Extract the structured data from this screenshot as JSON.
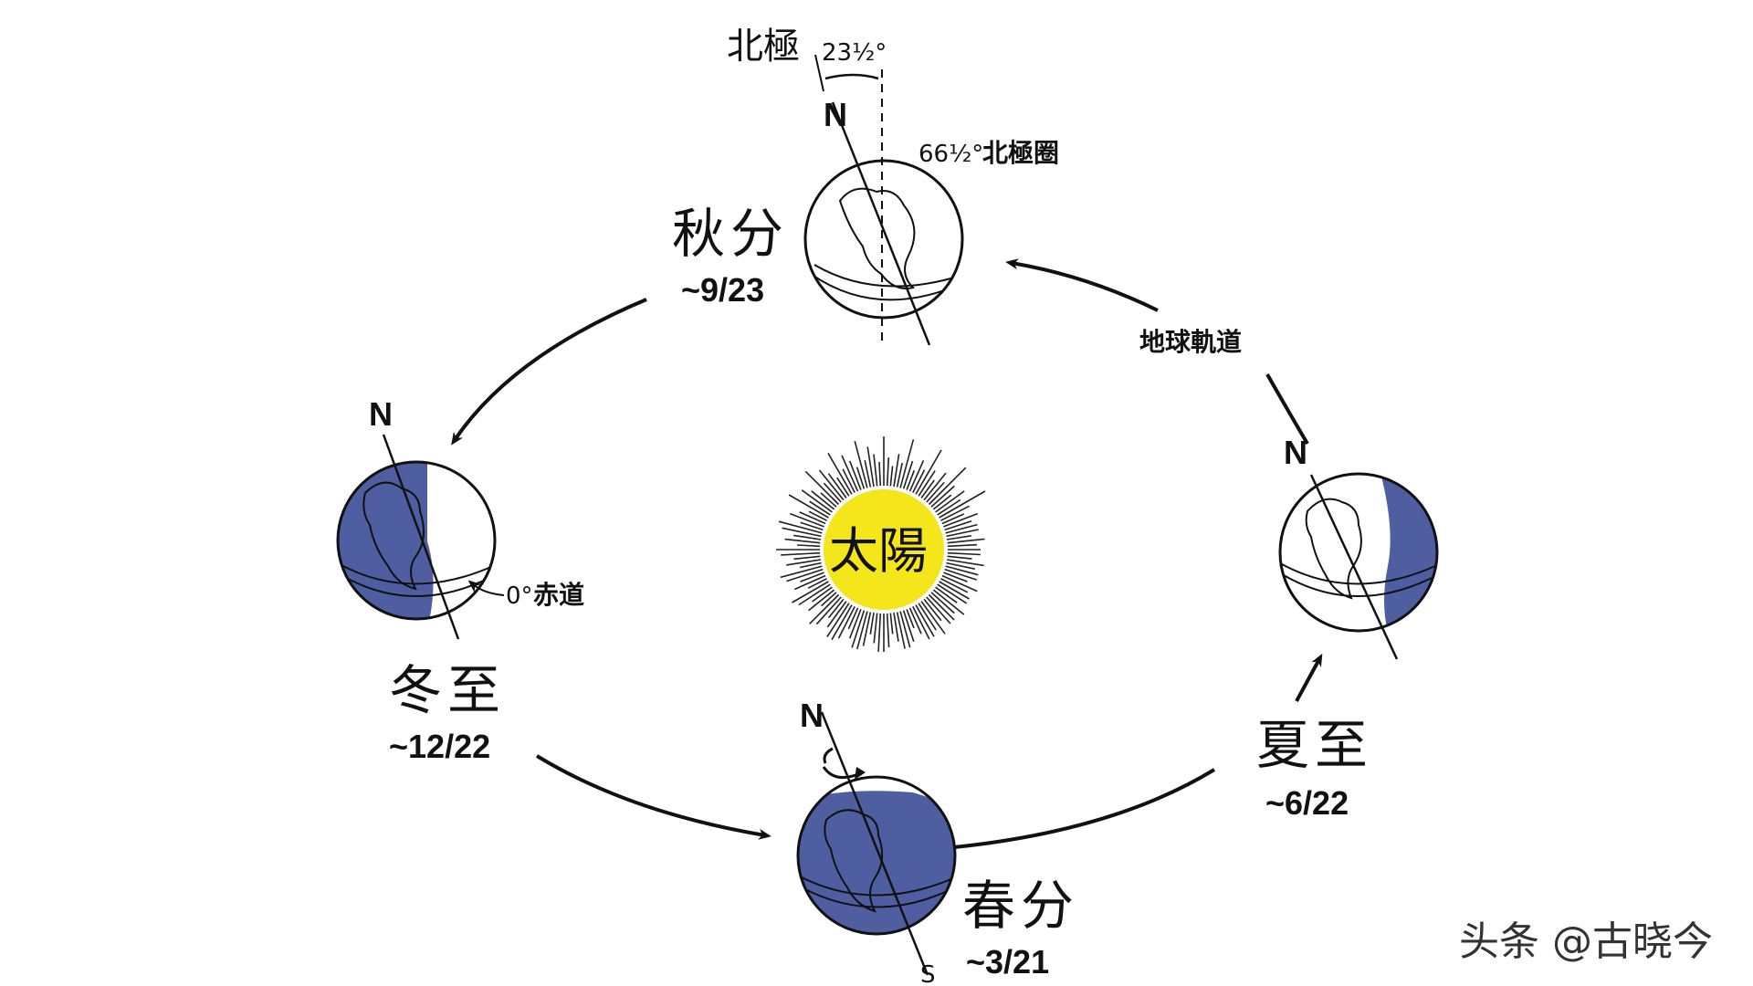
{
  "colors": {
    "night_shade": "#4f5ea0",
    "sun_fill": "#f4e61a",
    "ink": "#111111"
  },
  "icons": {
    "sun": "sun-icon",
    "earth": "earth-globe-icon",
    "rotation": "rotation-arrow-icon"
  },
  "sun": {
    "label": "太陽"
  },
  "orbit": {
    "label": "地球軌道"
  },
  "annotations": {
    "north_pole": "北極",
    "axial_tilt": "23½°",
    "arctic_circle_deg": "66½°",
    "arctic_circle": "北極圈",
    "equator_deg": "0°",
    "equator": "赤道"
  },
  "poles": {
    "north": "N",
    "south": "S"
  },
  "seasons": {
    "autumn": {
      "name": "秋分",
      "date": "~9/23"
    },
    "winter": {
      "name": "冬至",
      "date": "~12/22"
    },
    "spring": {
      "name": "春分",
      "date": "~3/21"
    },
    "summer": {
      "name": "夏至",
      "date": "~6/22"
    }
  },
  "watermark": "头条 @古晓今"
}
